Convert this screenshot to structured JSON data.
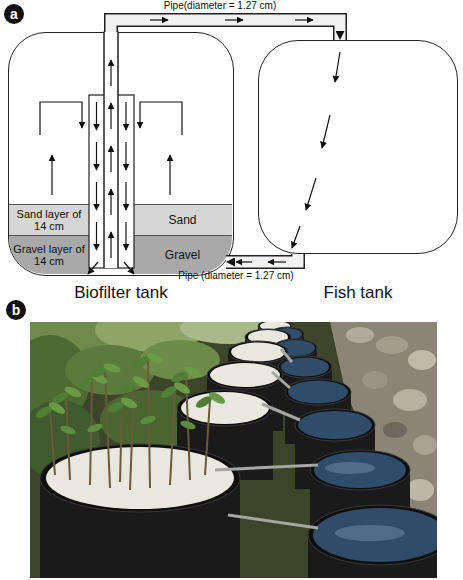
{
  "diagram": {
    "nodes": [
      {
        "text": [
          "Biofilter tank"
        ]
      },
      {
        "text": [
          "Sand layer of 14 cm"
        ],
        "in": 0
      },
      {
        "text": [
          "Gravel layer of 14 cm"
        ],
        "in": 0
      },
      {
        "text": [
          "Sand"
        ],
        "in": 0
      },
      {
        "text": [
          "Gravel"
        ],
        "in": 0
      },
      {
        "text": [
          "Fish tank"
        ]
      }
    ],
    "edges": [
      {
        "from": 0,
        "to": 5,
        "arrow": "to",
        "label": "Pipe(diameter = 1.27 cm)"
      },
      {
        "from": 5,
        "to": 0,
        "arrow": "to",
        "label": "Pipe (diameter = 1.27 cm)"
      }
    ],
    "labels": [
      "a",
      "b"
    ]
  }
}
